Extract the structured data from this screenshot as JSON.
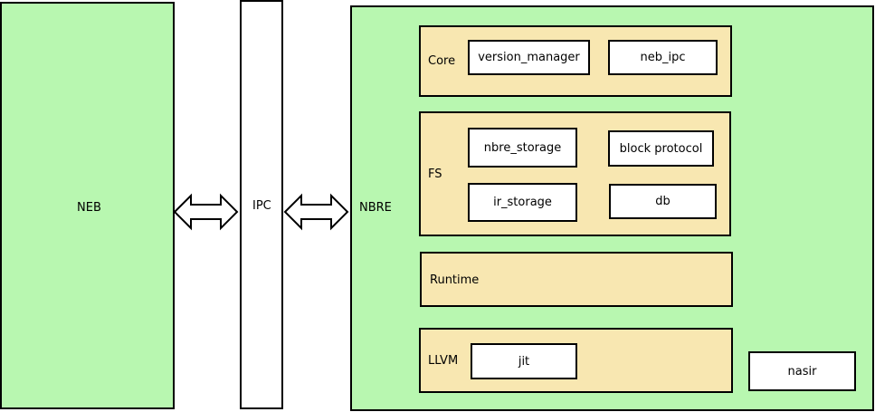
{
  "neb": {
    "label": "NEB"
  },
  "ipc": {
    "label": "IPC"
  },
  "nbre": {
    "label": "NBRE",
    "core": {
      "label": "Core",
      "items": [
        "version_manager",
        "neb_ipc"
      ]
    },
    "fs": {
      "label": "FS",
      "items": [
        "nbre_storage",
        "block protocol",
        "ir_storage",
        "db"
      ]
    },
    "runtime": {
      "label": "Runtime"
    },
    "llvm": {
      "label": "LLVM",
      "items": [
        "jit"
      ]
    },
    "nasir": {
      "label": "nasir"
    }
  },
  "colors": {
    "green_fill": "#b8f7b0",
    "tan_fill": "#f8e7b1",
    "white_fill": "#ffffff",
    "stroke": "#000000"
  }
}
